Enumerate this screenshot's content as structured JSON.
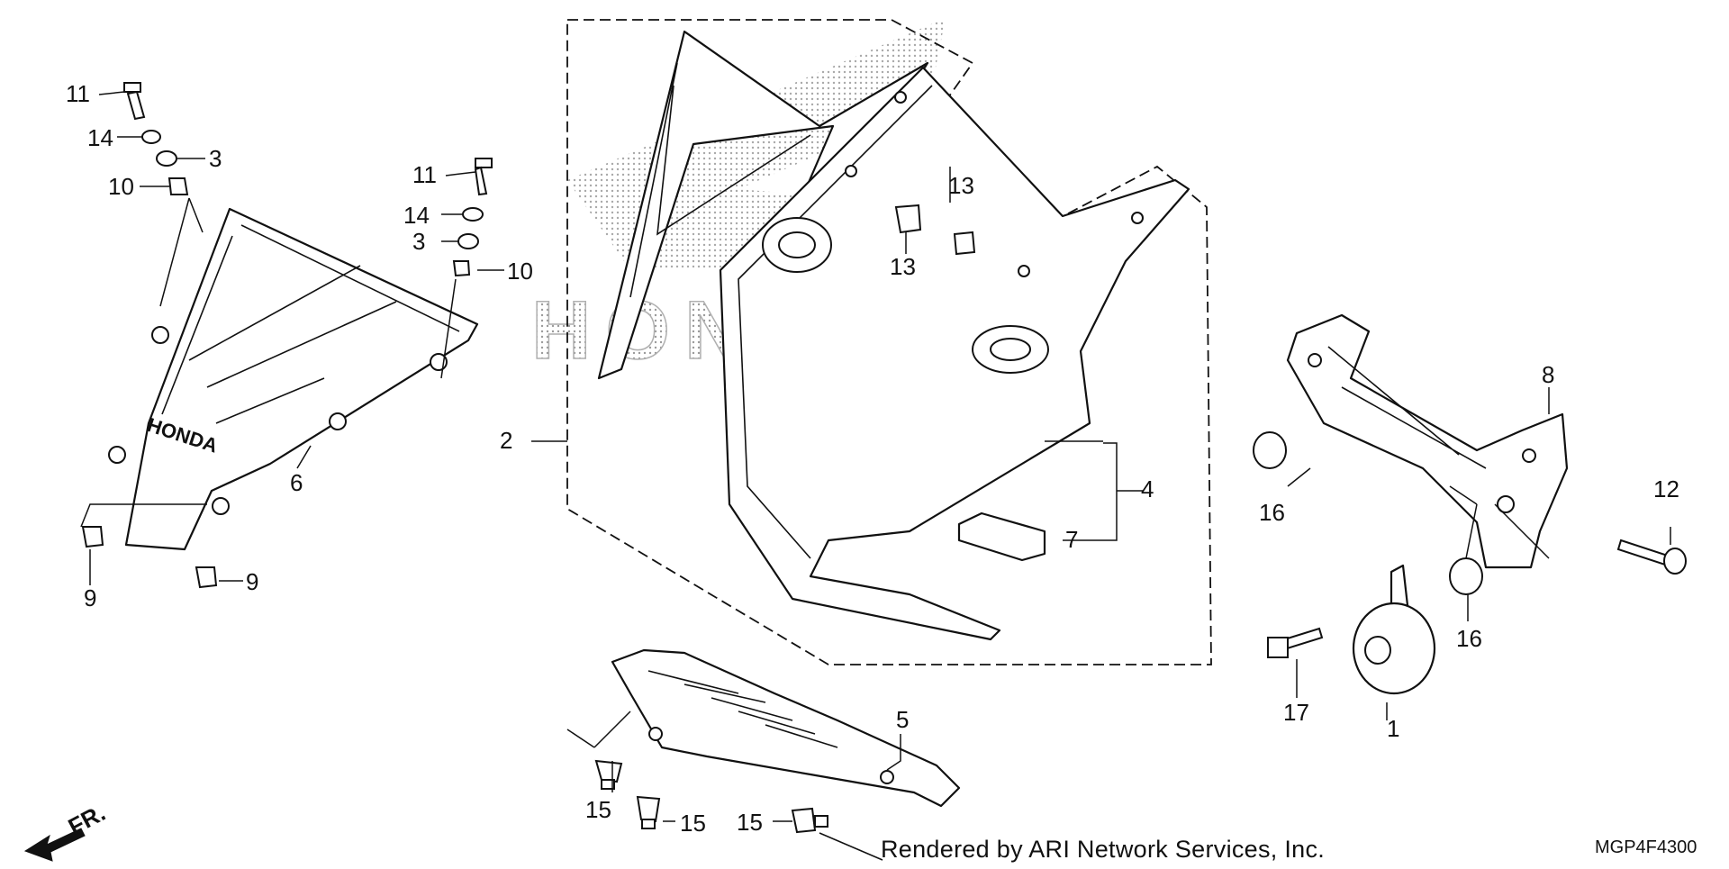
{
  "callouts": {
    "n1": "1",
    "n2": "2",
    "n3": "3",
    "n3b": "3",
    "n4": "4",
    "n5": "5",
    "n6": "6",
    "n7": "7",
    "n8": "8",
    "n9a": "9",
    "n9b": "9",
    "n10a": "10",
    "n10b": "10",
    "n11a": "11",
    "n11b": "11",
    "n12": "12",
    "n13a": "13",
    "n13b": "13",
    "n14a": "14",
    "n14b": "14",
    "n15a": "15",
    "n15b": "15",
    "n15c": "15",
    "n16a": "16",
    "n16b": "16",
    "n17": "17"
  },
  "watermark": "HONDA",
  "windscreen_logo": "HONDA",
  "direction_marker": "FR.",
  "credit": "Rendered by ARI Network Services, Inc.",
  "diagram_code": "MGP4F4300"
}
